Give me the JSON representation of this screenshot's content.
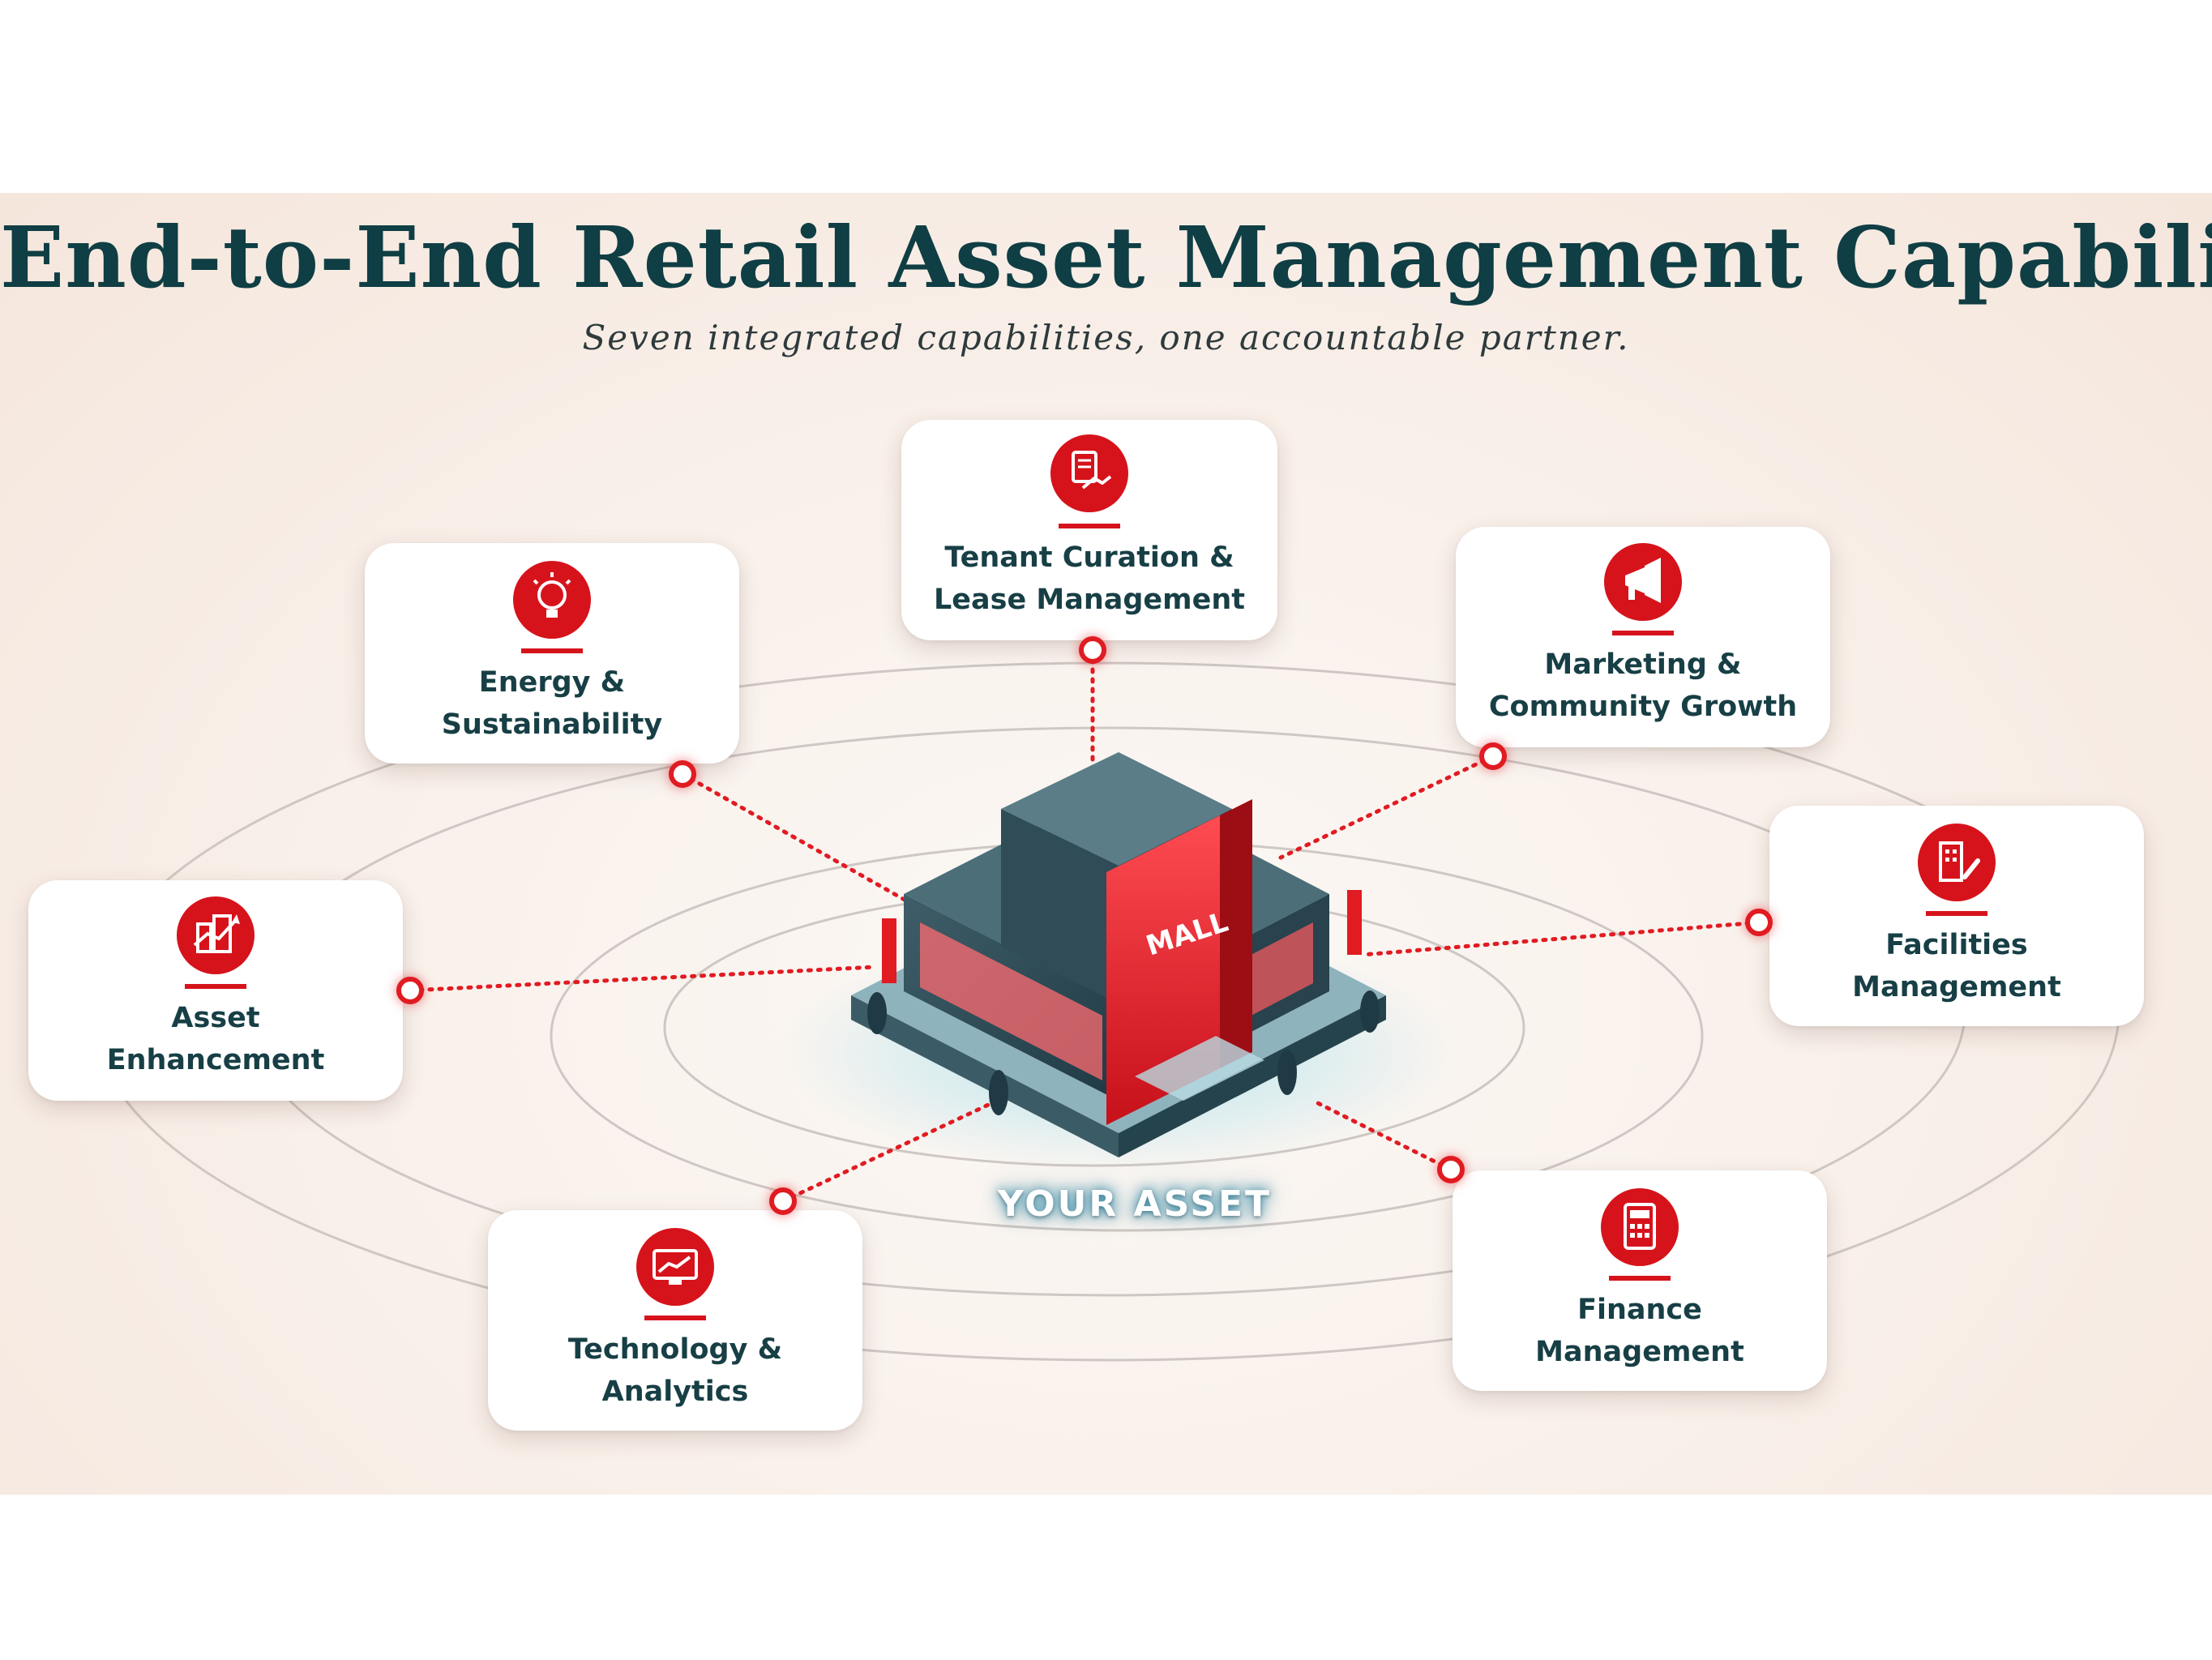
{
  "header": {
    "title": "End-to-End Retail Asset Management Capability",
    "subtitle": "Seven integrated capabilities, one accountable partner."
  },
  "center": {
    "label": "YOUR ASSET",
    "sign_text": "MALL"
  },
  "capabilities": [
    {
      "line1": "Tenant Curation &",
      "line2": "Lease Management",
      "icon": "document-handshake-icon"
    },
    {
      "line1": "Energy &",
      "line2": "Sustainability",
      "icon": "lightbulb-icon"
    },
    {
      "line1": "Marketing &",
      "line2": "Community Growth",
      "icon": "megaphone-icon"
    },
    {
      "line1": "Asset",
      "line2": "Enhancement",
      "icon": "building-growth-icon"
    },
    {
      "line1": "Facilities",
      "line2": "Management",
      "icon": "building-wrench-icon"
    },
    {
      "line1": "Technology &",
      "line2": "Analytics",
      "icon": "analytics-monitor-icon"
    },
    {
      "line1": "Finance",
      "line2": "Management",
      "icon": "calculator-icon"
    }
  ],
  "colors": {
    "accent": "#d6131b",
    "title": "#0f3e44",
    "text": "#173f45",
    "background": "#f7ece4"
  }
}
